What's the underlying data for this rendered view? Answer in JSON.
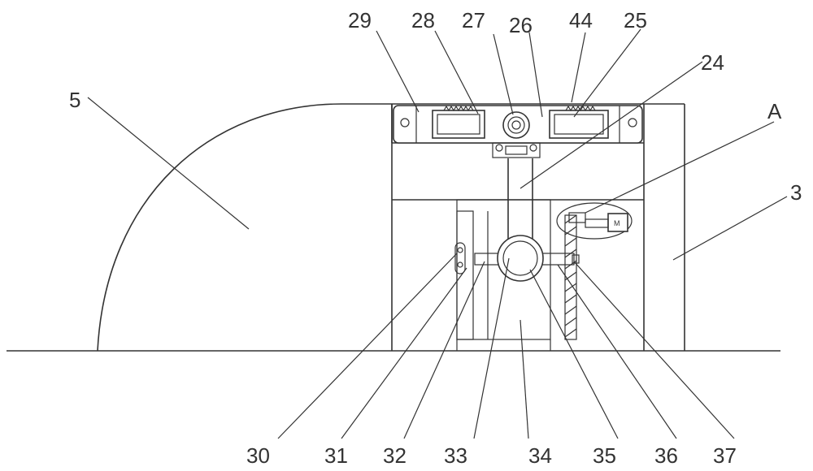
{
  "labels": {
    "l5": "5",
    "l29": "29",
    "l28": "28",
    "l27": "27",
    "l26": "26",
    "l44": "44",
    "l25": "25",
    "l24": "24",
    "lA": "A",
    "l3": "3",
    "l30": "30",
    "l31": "31",
    "l32": "32",
    "l33": "33",
    "l34": "34",
    "l35": "35",
    "l36": "36",
    "l37": "37"
  },
  "motor_symbol": "M",
  "colors": {
    "line": "#333333",
    "background": "#ffffff"
  }
}
